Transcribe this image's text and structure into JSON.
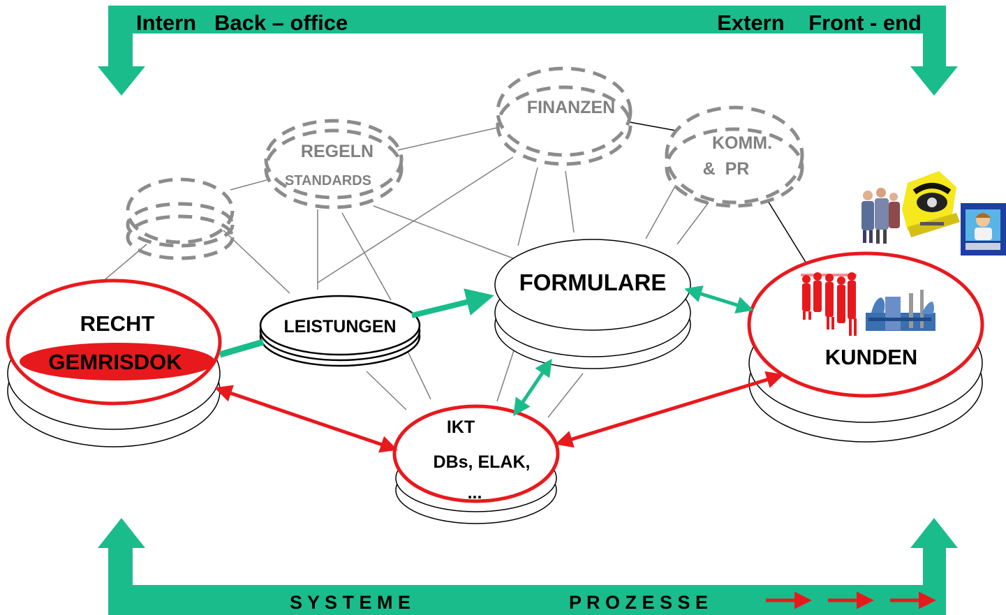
{
  "colors": {
    "teal": "#1ABC8C",
    "red": "#E8191D",
    "gray_dashed": "#8C8C8C",
    "line_gray": "#808080",
    "text": "#000000",
    "text_gray": "#808080"
  },
  "top_banner": {
    "left_label": "Intern   Back – office",
    "right_label": "Extern    Front - end"
  },
  "bottom_banner": {
    "systeme": "S Y S T E M E",
    "prozesse": "P R O Z E S S E"
  },
  "nodes": {
    "recht": {
      "title": "RECHT",
      "badge": "GEMRISDOK"
    },
    "leistungen": {
      "title": "LEISTUNGEN"
    },
    "formulare": {
      "title": "FORMULARE"
    },
    "ikt": {
      "line1": "IKT",
      "line2": "DBs, ELAK,",
      "line3": "..."
    },
    "kunden": {
      "title": "KUNDEN"
    },
    "regeln": {
      "line1": "REGELN",
      "line2": "STANDARDS"
    },
    "finanzen": {
      "title": "FINANZEN"
    },
    "komm": {
      "line1": "KOMM.",
      "line2": "&  PR"
    },
    "unnamed": {
      "title": ""
    }
  }
}
